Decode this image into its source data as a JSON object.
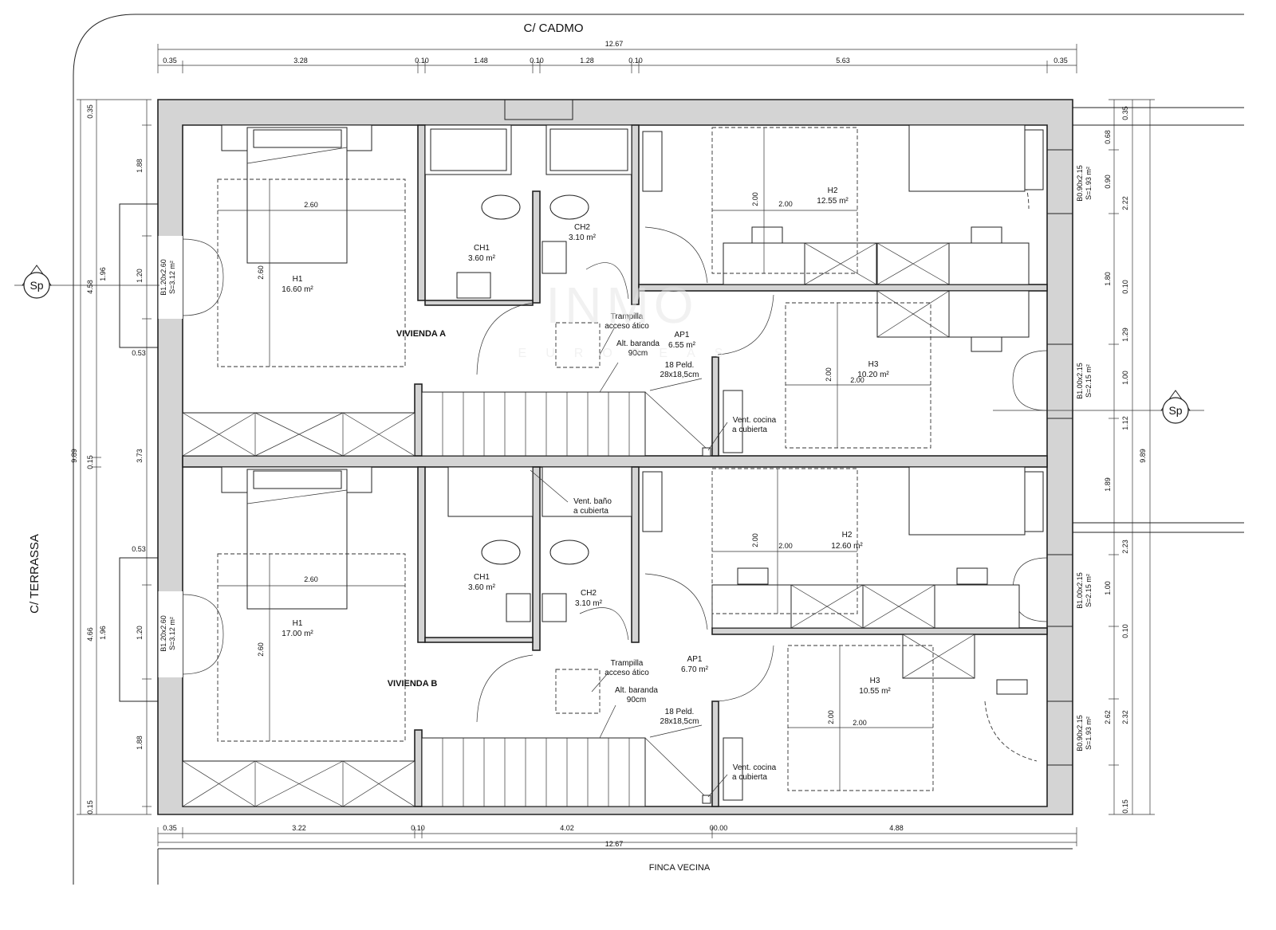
{
  "streets": {
    "top": "C/ CADMO",
    "left": "C/ TERRASSA",
    "bottom": "FINCA VECINA"
  },
  "dims": {
    "top_total": "12.67",
    "top_parts": [
      "0.35",
      "3.28",
      "0.10",
      "1.48",
      "0.10",
      "1.28",
      "0.10",
      "5.63",
      "0.35"
    ],
    "bottom_total": "12.67",
    "bottom_parts": [
      "0.35",
      "3.22",
      "0.10",
      "4.02",
      "00.00",
      "4.88"
    ],
    "left_total": "9.89",
    "left_outer": [
      "4.58",
      "0.15",
      "4.66"
    ],
    "left_inner": [
      "0.35",
      "1.88",
      "1.96",
      "3.73",
      "1.96",
      "1.88",
      "0.15"
    ],
    "left_win": [
      "1.20",
      "1.20"
    ],
    "left_sill": [
      "0.53",
      "0.53"
    ],
    "right_total": "9.89",
    "right_a": [
      "0.35",
      "0.68",
      "0.90",
      "2.22",
      "1.80",
      "0.10",
      "1.29",
      "1.00",
      "1.12",
      "1.89",
      "2.23",
      "1.00",
      "0.10",
      "2.62",
      "2.32",
      "0.15"
    ]
  },
  "units": {
    "a": {
      "name": "VIVIENDA A",
      "rooms": {
        "h1": {
          "name": "H1",
          "area": "16.60 m²"
        },
        "ch1": {
          "name": "CH1",
          "area": "3.60 m²"
        },
        "ch2": {
          "name": "CH2",
          "area": "3.10 m²"
        },
        "h2": {
          "name": "H2",
          "area": "12.55 m²"
        },
        "ap1": {
          "name": "AP1",
          "area": "6.55 m²"
        },
        "h3": {
          "name": "H3",
          "area": "10.20 m²"
        }
      },
      "bed_dims": [
        "2.60",
        "2.60",
        "2.00",
        "2.00",
        "2.00",
        "2.00"
      ],
      "win_left": [
        "B1.20x2.60",
        "S=3.12 m²"
      ],
      "win_right1": [
        "B0.90x2.15",
        "S=1.93 m²"
      ],
      "win_right2": [
        "B1.00x2.15",
        "S=2.15 m²"
      ]
    },
    "b": {
      "name": "VIVIENDA B",
      "rooms": {
        "h1": {
          "name": "H1",
          "area": "17.00 m²"
        },
        "ch1": {
          "name": "CH1",
          "area": "3.60 m²"
        },
        "ch2": {
          "name": "CH2",
          "area": "3.10 m²"
        },
        "h2": {
          "name": "H2",
          "area": "12.60 m²"
        },
        "ap1": {
          "name": "AP1",
          "area": "6.70 m²"
        },
        "h3": {
          "name": "H3",
          "area": "10.55 m²"
        }
      },
      "bed_dims": [
        "2.60",
        "2.60",
        "2.00",
        "2.00",
        "2.00",
        "2.00"
      ],
      "win_left": [
        "B1.20x2.60",
        "S=3.12 m²"
      ],
      "win_right1": [
        "B1.00x2.15",
        "S=2.15 m²"
      ],
      "win_right2": [
        "B0.90x2.15",
        "S=1.93 m²"
      ]
    }
  },
  "notes": {
    "trampilla": [
      "Trampilla",
      "acceso ático"
    ],
    "baranda": [
      "Alt. baranda",
      "90cm"
    ],
    "peld": [
      "18 Peld.",
      "28x18,5cm"
    ],
    "vent_cocina": [
      "Vent. cocina",
      "a cubierta"
    ],
    "vent_bano": [
      "Vent. baño",
      "a cubierta"
    ]
  },
  "section_marker": "Sp",
  "watermark": {
    "logo": "INMO",
    "sub": "EUROPEAS"
  }
}
